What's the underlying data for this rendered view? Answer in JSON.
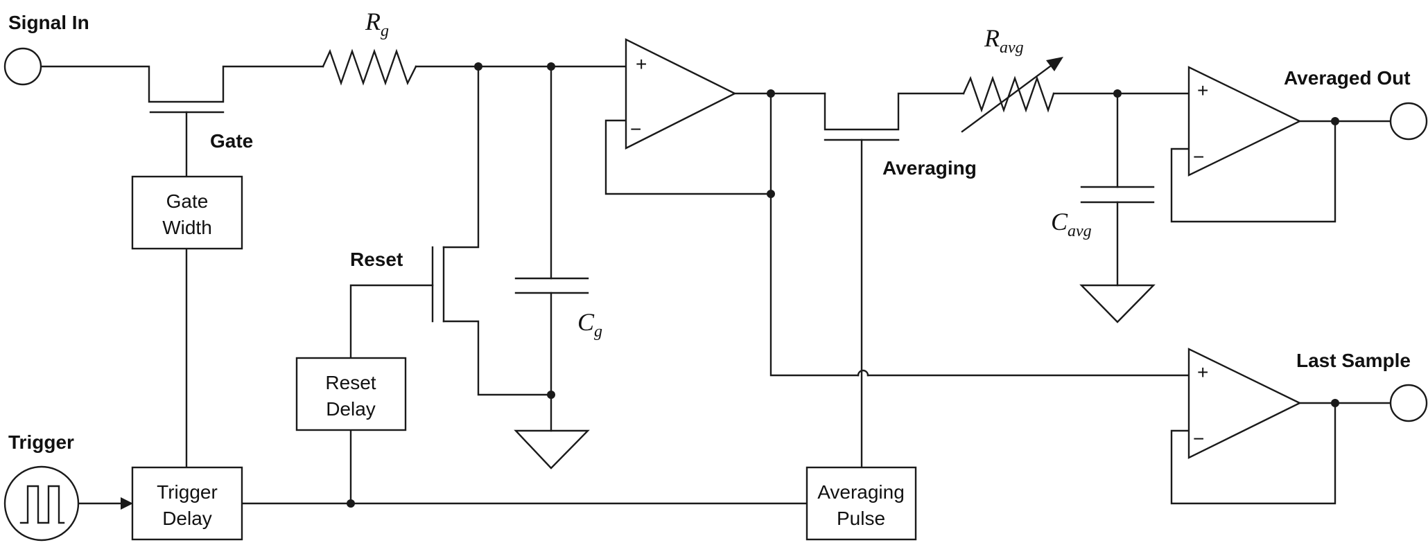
{
  "labels": {
    "signal_in": "Signal In",
    "trigger": "Trigger",
    "gate": "Gate",
    "reset": "Reset",
    "averaging": "Averaging",
    "averaged_out": "Averaged Out",
    "last_sample": "Last Sample"
  },
  "components": {
    "rg": {
      "main": "R",
      "sub": "g"
    },
    "cg": {
      "main": "C",
      "sub": "g"
    },
    "ravg": {
      "main": "R",
      "sub": "avg"
    },
    "cavg": {
      "main": "C",
      "sub": "avg"
    }
  },
  "blocks": {
    "gate_width": {
      "line1": "Gate",
      "line2": "Width"
    },
    "trigger_delay": {
      "line1": "Trigger",
      "line2": "Delay"
    },
    "reset_delay": {
      "line1": "Reset",
      "line2": "Delay"
    },
    "averaging_pulse": {
      "line1": "Averaging",
      "line2": "Pulse"
    }
  },
  "opamp_signs": {
    "plus": "+",
    "minus": "−"
  }
}
